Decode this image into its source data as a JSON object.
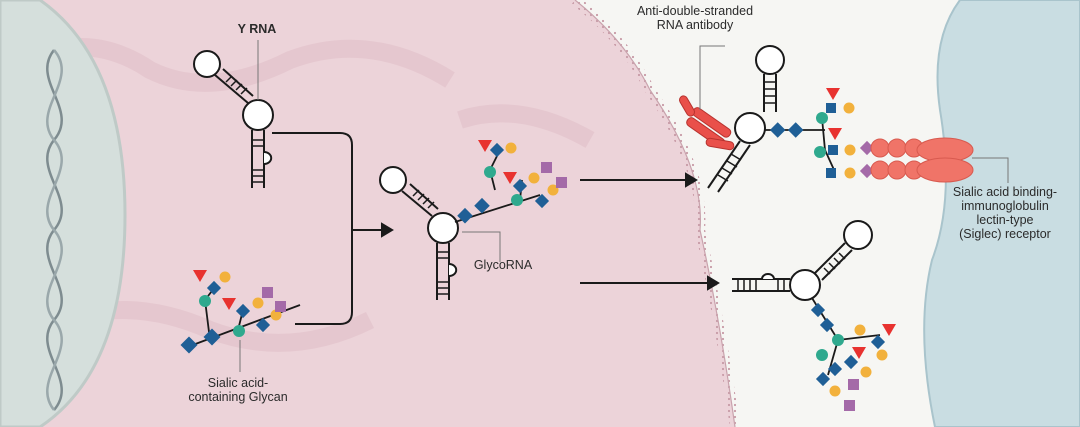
{
  "labels": {
    "y_rna": "Y RNA",
    "glycan": [
      "Sialic acid-",
      "containing Glycan"
    ],
    "glycorna": "GlycoRNA",
    "antibody": [
      "Anti-double-stranded",
      "RNA antibody"
    ],
    "siglec": [
      "Sialic acid binding-",
      "immunoglobulin",
      "lectin-type",
      "(Siglec) receptor"
    ]
  },
  "colors": {
    "background": "#f6f6f3",
    "cell": "#ecd3d9",
    "nucleus": "#d5dfdc",
    "receptor_cell": "#c9dde2",
    "sialic_acid": "#a46aa8",
    "galactose": "#f2b13c",
    "mannose": "#2fa98e",
    "glcnac": "#1f5f96",
    "fucose": "#e8322f",
    "antibody": "#e9504a",
    "siglec": "#f07468",
    "dna": "#7e8c90",
    "line": "#1a1a1a"
  }
}
